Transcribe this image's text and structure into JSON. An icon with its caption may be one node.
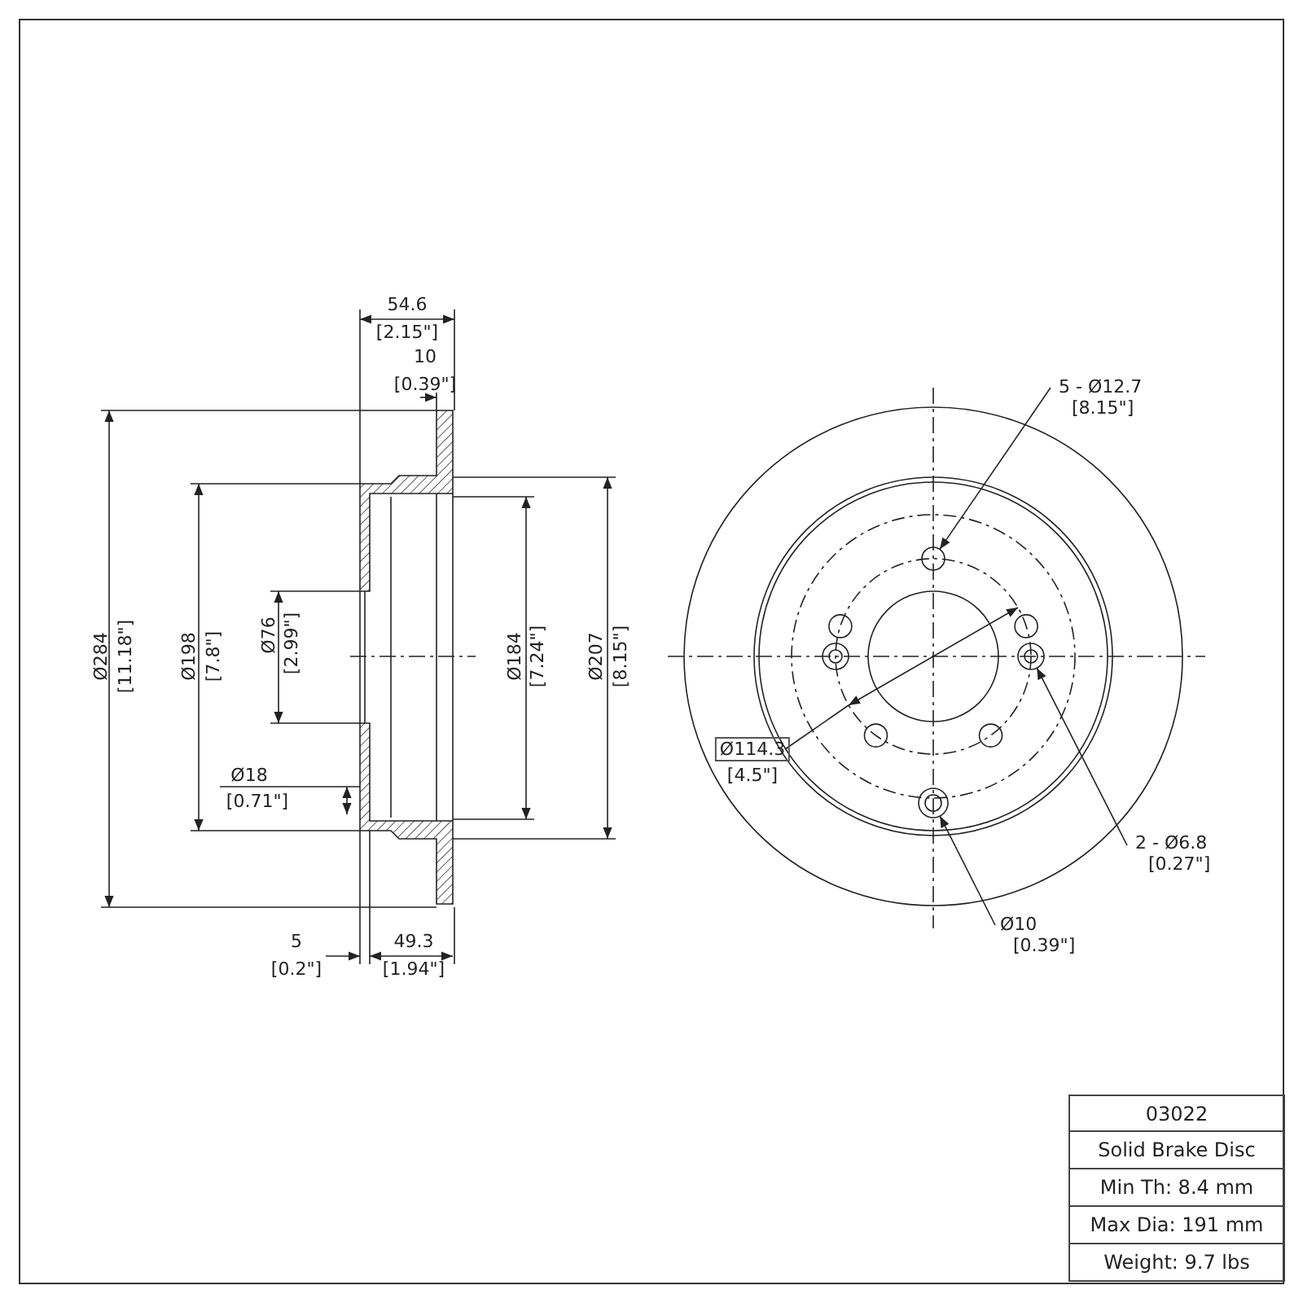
{
  "diagram": {
    "nodes": [
      {
        "text": [
          "5 - Ø12.7",
          "[8.15\"]"
        ]
      },
      {
        "text": [],
        "shape": "circle"
      },
      {
        "text": [
          "2 - Ø6.8",
          "[0.27\"]"
        ]
      },
      {
        "text": [],
        "shape": "circle"
      },
      {
        "text": [
          "Ø10",
          "[0.39\"]"
        ]
      },
      {
        "text": [],
        "shape": "circle"
      }
    ],
    "edges": [
      {
        "from": 0,
        "to": 1,
        "arrow": "to"
      },
      {
        "from": 2,
        "to": 3,
        "arrow": "to"
      },
      {
        "from": 4,
        "to": 5,
        "arrow": "to"
      }
    ],
    "labels": [
      "54.6",
      "[2.15\"]",
      "10",
      "[0.39\"]",
      "Ø284",
      "[11.18\"]",
      "Ø198",
      "[7.8\"]",
      "Ø76",
      "[2.99\"]",
      "Ø18",
      "[0.71\"]",
      "Ø184",
      "[7.24\"]",
      "Ø207",
      "[8.15\"]",
      "5",
      "[0.2\"]",
      "49.3",
      "[1.94\"]",
      "Ø114.3",
      "[4.5\"]",
      "03022",
      "Solid Brake Disc",
      "Min Th: 8.4 mm",
      "Max Dia: 191 mm",
      "Weight: 9.7 lbs"
    ]
  }
}
